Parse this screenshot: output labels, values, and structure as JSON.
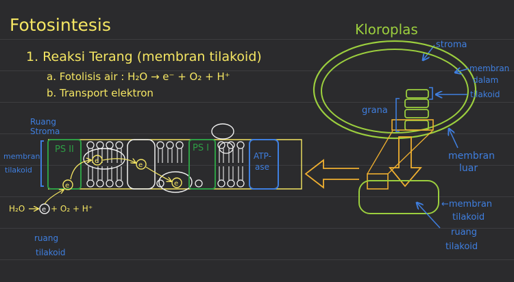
{
  "title": "Fotosintesis",
  "point1": "1. Reaksi Terang (membran tilakoid)",
  "point1a": "a. Fotolisis air :  H₂O → e⁻ + O₂ + H⁺",
  "point1b": "b. Transport elektron",
  "membrane": {
    "ruang_stroma_1": "Ruang",
    "ruang_stroma_2": "Stroma",
    "membran_1": "membran",
    "membran_2": "tilakoid",
    "ps2": "PS II",
    "ps1": "PS I",
    "atp_1": "ATP-",
    "atp_2": "ase",
    "electron": "e",
    "photolysis_lhs": "H₂O",
    "photolysis_rhs": "+ O₂ + H⁺",
    "ruang_tilakoid_1": "ruang",
    "ruang_tilakoid_2": "tilakoid"
  },
  "chloroplast": {
    "title": "Kloroplas",
    "stroma": "stroma",
    "membran_dalam_1": "membran",
    "membran_dalam_2": "dalam",
    "tilakoid": "tilakoid",
    "grana": "grana",
    "membran_luar_1": "membran",
    "membran_luar_2": "luar",
    "membran_tilakoid_1": "←membran",
    "membran_tilakoid_2": "tilakoid",
    "ruang_tilakoid_1": "ruang",
    "ruang_tilakoid_2": "tilakoid"
  },
  "colors": {
    "ink_yellow": "#f5e663",
    "ink_white": "#f2f2f2",
    "ink_blue": "#3f7fe0",
    "ink_green": "#2e9e45",
    "ink_lime": "#9ccf3e",
    "ink_orange": "#f0b030"
  }
}
